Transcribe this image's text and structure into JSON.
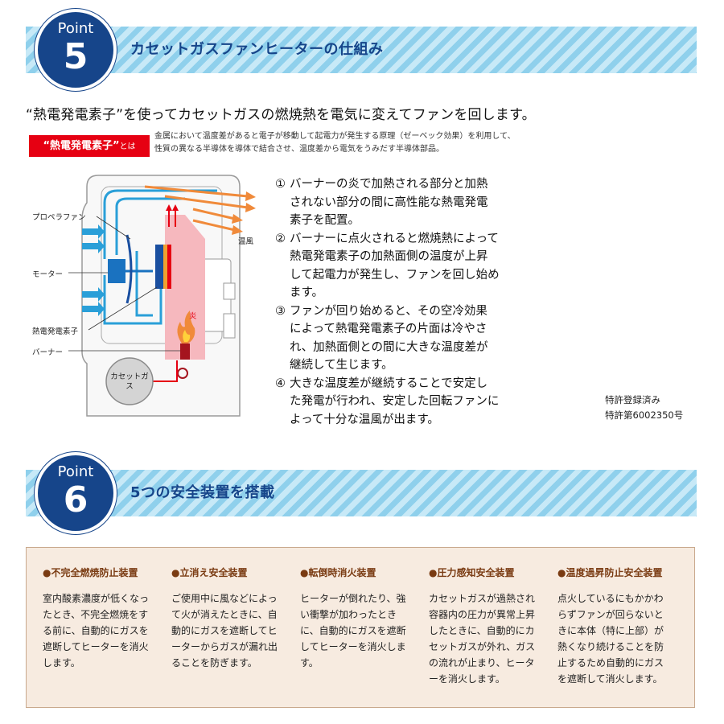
{
  "point5": {
    "label": "Point",
    "number": "5",
    "title": "カセットガスファンヒーターの仕組み"
  },
  "lead": "“熱電発電素子”を使ってカセットガスの燃焼熱を電気に変えてファンを回します。",
  "definition": {
    "tag_main": "“熱電発電素子”",
    "tag_suffix": "とは",
    "line1": "金属において温度差があると電子が移動して起電力が発生する原理（ゼーベック効果）を利用して、",
    "line2": "性質の異なる半導体を導体で結合させ、温度差から電気をうみだす半導体部品。"
  },
  "diagram": {
    "propeller_fan": "プロペラファン",
    "motor": "モーター",
    "thermo_element": "熱電発電素子",
    "burner": "バーナー",
    "cassette_gas": "カセットガス",
    "warm_air": "温風",
    "flame": "炎",
    "colors": {
      "blue": "#2a9fd8",
      "orange": "#f08a3a",
      "pink": "#f6b8be",
      "red": "#e60012",
      "element_blue": "#1a4fa0"
    }
  },
  "steps": [
    {
      "num": "①",
      "lines": [
        "バーナーの炎で加熱される部分と加熱",
        "されない部分の間に高性能な熱電発電",
        "素子を配置。"
      ]
    },
    {
      "num": "②",
      "lines": [
        "バーナーに点火されると燃焼熱によって",
        "熱電発電素子の加熱面側の温度が上昇",
        "して起電力が発生し、ファンを回し始め",
        "ます。"
      ]
    },
    {
      "num": "③",
      "lines": [
        "ファンが回り始めると、その空冷効果",
        "によって熱電発電素子の片面は冷やさ",
        "れ、加熱面側との間に大きな温度差が",
        "継続して生じます。"
      ]
    },
    {
      "num": "④",
      "lines": [
        "大きな温度差が継続することで安定し",
        "た発電が行われ、安定した回転ファンに",
        "よって十分な温風が出ます。"
      ]
    }
  ],
  "patent": {
    "line1": "特許登録済み",
    "line2": "特許第6002350号"
  },
  "point6": {
    "label": "Point",
    "number": "6",
    "title": "5つの安全装置を搭載"
  },
  "safety": [
    {
      "title": "●不完全燃焼防止装置",
      "lines": [
        "室内酸素濃度が低くなっ",
        "たとき、不完全燃焼をす",
        "る前に、自動的にガスを",
        "遮断してヒーターを消火",
        "します。"
      ]
    },
    {
      "title": "●立消え安全装置",
      "lines": [
        "ご使用中に風などによっ",
        "て火が消えたときに、自",
        "動的にガスを遮断してヒ",
        "ーターからガスが漏れ出",
        "ることを防ぎます。"
      ]
    },
    {
      "title": "●転倒時消火装置",
      "lines": [
        "ヒーターが倒れたり、強",
        "い衝撃が加わったとき",
        "に、自動的にガスを遮断",
        "してヒーターを消火しま",
        "す。"
      ]
    },
    {
      "title": "●圧力感知安全装置",
      "lines": [
        "カセットガスが過熱され",
        "容器内の圧力が異常上昇",
        "したときに、自動的にカ",
        "セットガスが外れ、ガス",
        "の流れが止まり、ヒータ",
        "ーを消火します。"
      ]
    },
    {
      "title": "●温度過昇防止安全装置",
      "lines": [
        "点火しているにもかかわ",
        "らずファンが回らないと",
        "きに本体（特に上部）が",
        "熱くなり続けることを防",
        "止するため自動的にガス",
        "を遮断して消火します。"
      ]
    }
  ]
}
